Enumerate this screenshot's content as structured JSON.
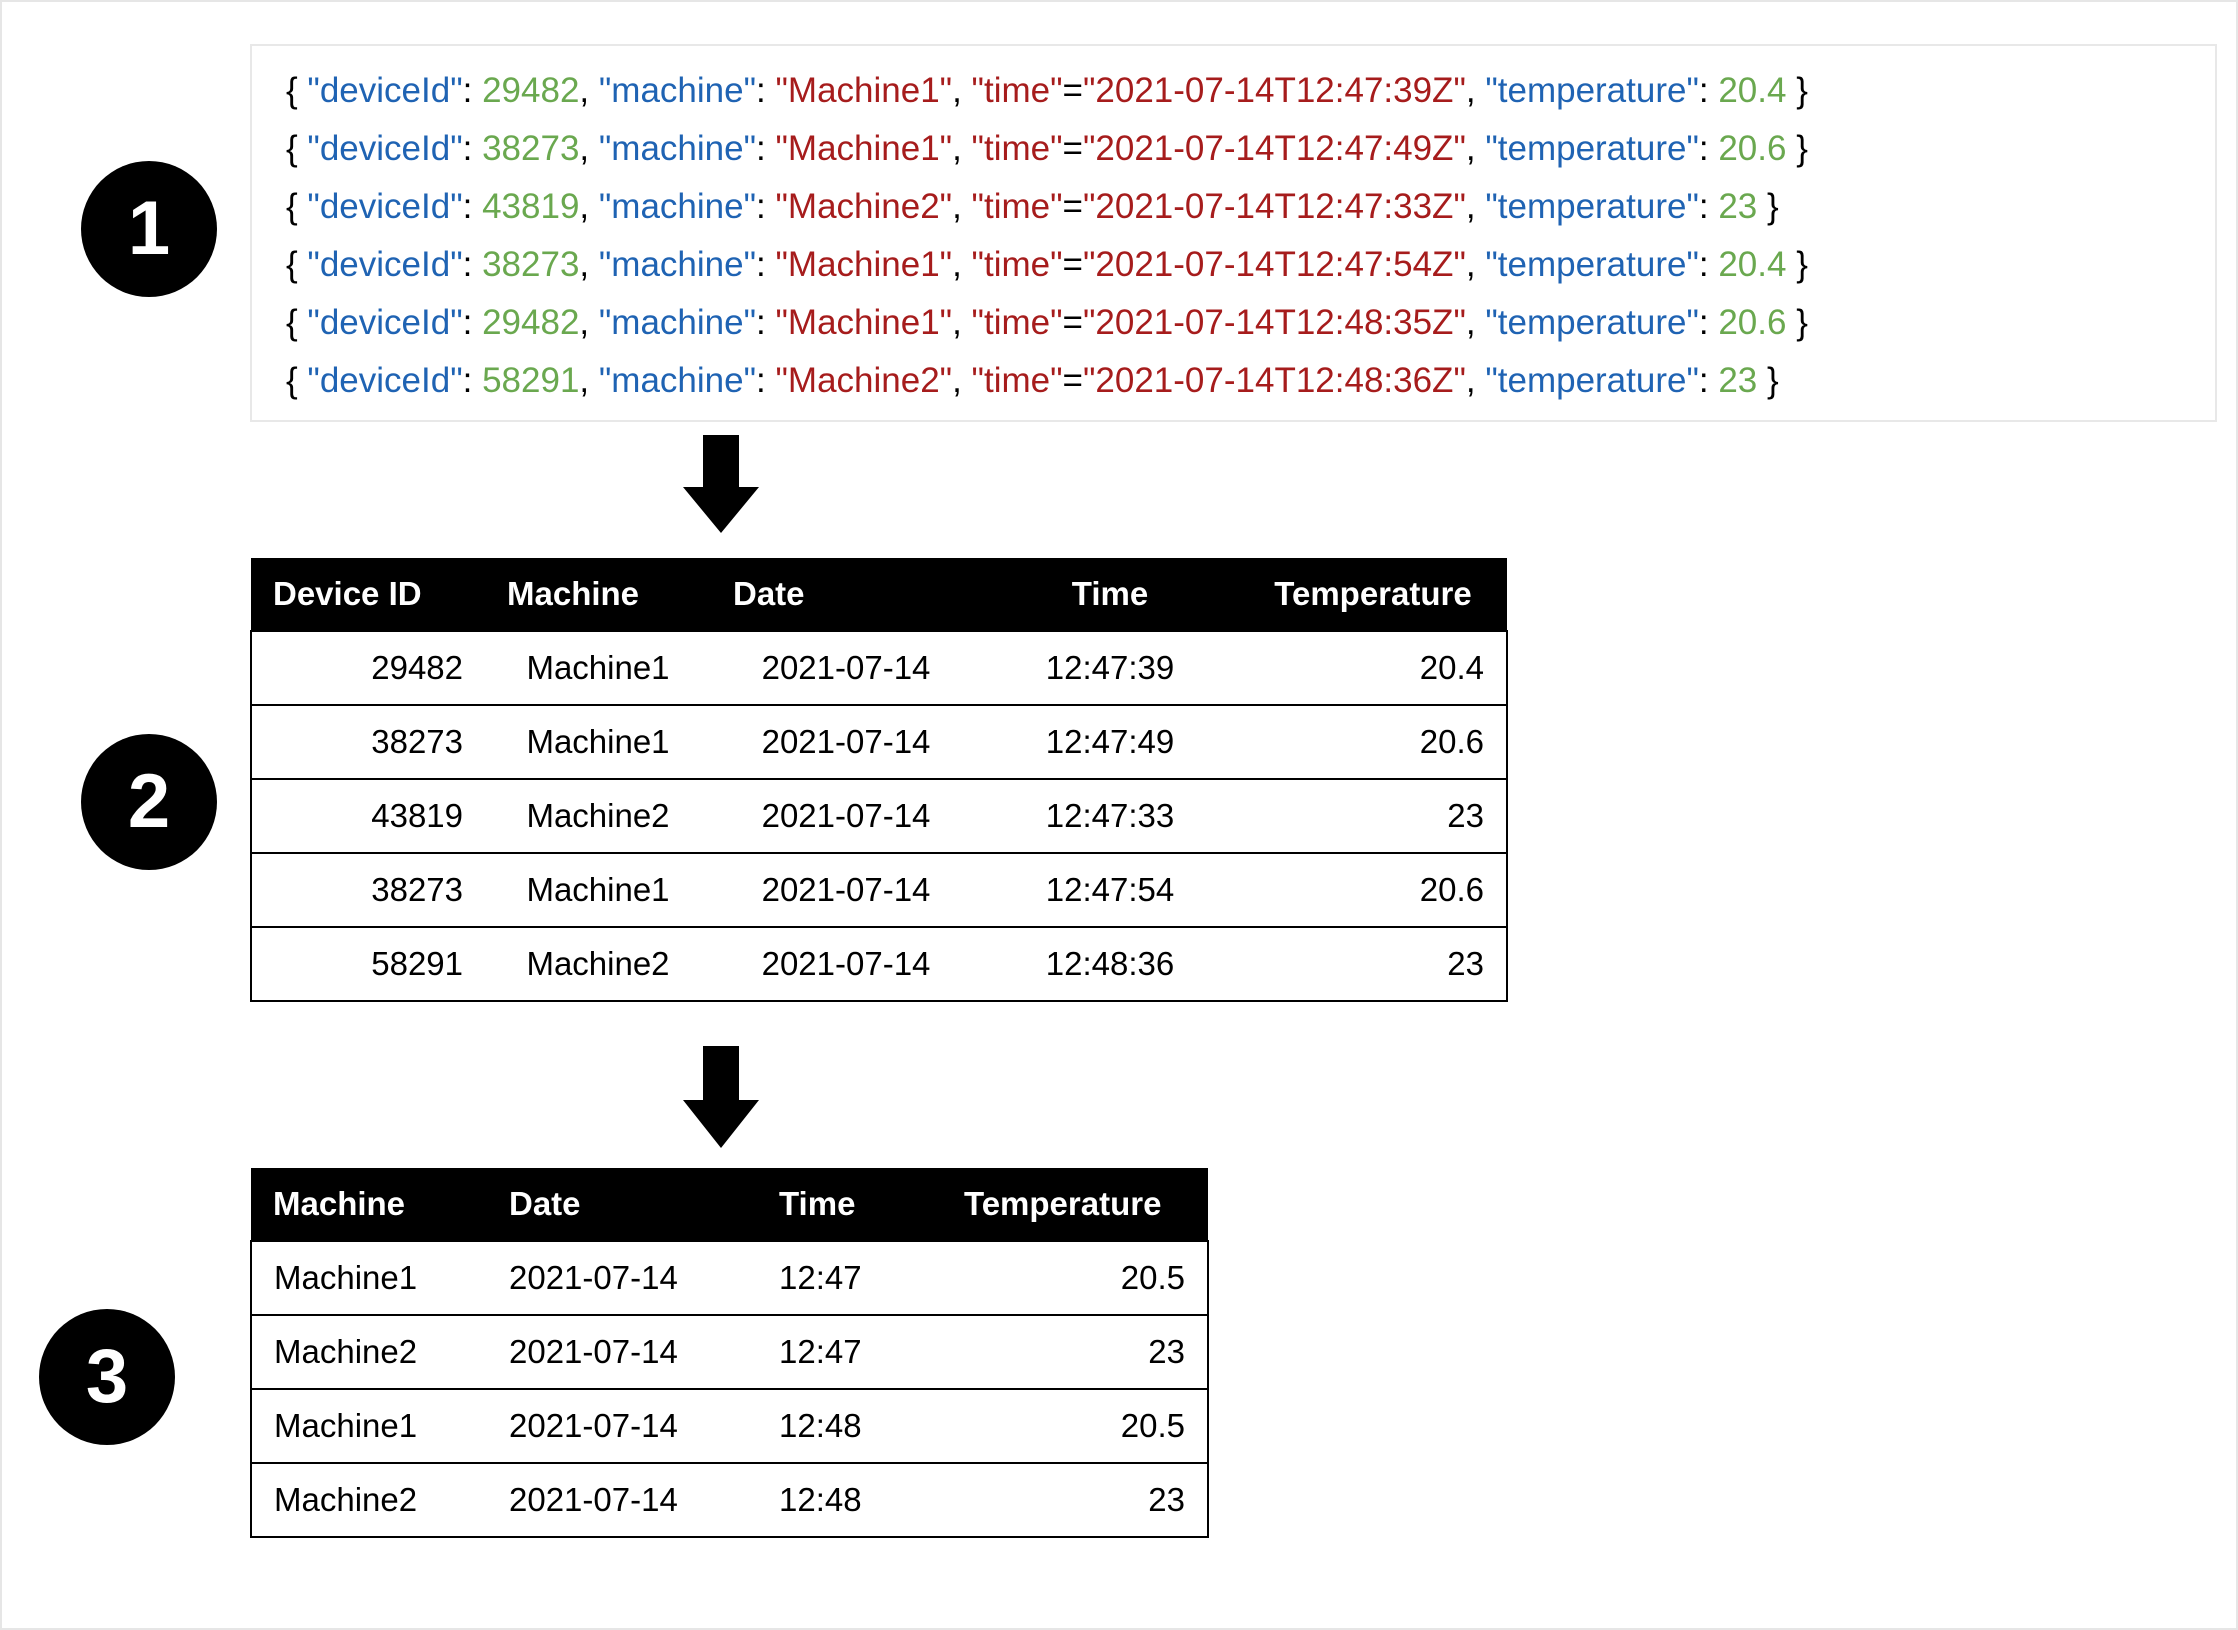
{
  "steps": [
    {
      "number": "1"
    },
    {
      "number": "2"
    },
    {
      "number": "3"
    }
  ],
  "colors": {
    "json_key": "#1f63b3",
    "json_number": "#6aa84f",
    "json_string": "#a61c1c",
    "json_punctuation": "#000000",
    "table_header_bg": "#000000",
    "table_header_text": "#ffffff",
    "badge_bg": "#000000",
    "badge_text": "#ffffff"
  },
  "step1": {
    "records": [
      {
        "open": "{ ",
        "key_device": "\"deviceId\"",
        "colon1": ": ",
        "device_id": "29482",
        "comma1": ", ",
        "key_machine": "\"machine\"",
        "colon2": ": ",
        "machine": "\"Machine1\"",
        "comma2": ", ",
        "key_time": "\"time\"",
        "equals": "=",
        "time": "\"2021-07-14T12:47:39Z\"",
        "comma3": ", ",
        "key_temperature": "\"temperature\"",
        "colon3": ": ",
        "temperature": "20.4",
        "close": " }"
      },
      {
        "open": "{ ",
        "key_device": "\"deviceId\"",
        "colon1": ": ",
        "device_id": "38273",
        "comma1": ", ",
        "key_machine": "\"machine\"",
        "colon2": ": ",
        "machine": "\"Machine1\"",
        "comma2": ", ",
        "key_time": "\"time\"",
        "equals": "=",
        "time": "\"2021-07-14T12:47:49Z\"",
        "comma3": ", ",
        "key_temperature": "\"temperature\"",
        "colon3": ": ",
        "temperature": "20.6",
        "close": " }"
      },
      {
        "open": "{ ",
        "key_device": "\"deviceId\"",
        "colon1": ": ",
        "device_id": "43819",
        "comma1": ", ",
        "key_machine": "\"machine\"",
        "colon2": ": ",
        "machine": "\"Machine2\"",
        "comma2": ", ",
        "key_time": "\"time\"",
        "equals": "=",
        "time": "\"2021-07-14T12:47:33Z\"",
        "comma3": ", ",
        "key_temperature": "\"temperature\"",
        "colon3": ": ",
        "temperature": "23",
        "close": " }"
      },
      {
        "open": "{ ",
        "key_device": "\"deviceId\"",
        "colon1": ": ",
        "device_id": "38273",
        "comma1": ", ",
        "key_machine": "\"machine\"",
        "colon2": ": ",
        "machine": "\"Machine1\"",
        "comma2": ", ",
        "key_time": "\"time\"",
        "equals": "=",
        "time": "\"2021-07-14T12:47:54Z\"",
        "comma3": ", ",
        "key_temperature": "\"temperature\"",
        "colon3": ": ",
        "temperature": "20.4",
        "close": " }"
      },
      {
        "open": "{ ",
        "key_device": "\"deviceId\"",
        "colon1": ": ",
        "device_id": "29482",
        "comma1": ", ",
        "key_machine": "\"machine\"",
        "colon2": ": ",
        "machine": "\"Machine1\"",
        "comma2": ", ",
        "key_time": "\"time\"",
        "equals": "=",
        "time": "\"2021-07-14T12:48:35Z\"",
        "comma3": ", ",
        "key_temperature": "\"temperature\"",
        "colon3": ": ",
        "temperature": "20.6",
        "close": " }"
      },
      {
        "open": "{ ",
        "key_device": "\"deviceId\"",
        "colon1": ": ",
        "device_id": "58291",
        "comma1": ", ",
        "key_machine": "\"machine\"",
        "colon2": ": ",
        "machine": "\"Machine2\"",
        "comma2": ", ",
        "key_time": "\"time\"",
        "equals": "=",
        "time": "\"2021-07-14T12:48:36Z\"",
        "comma3": ", ",
        "key_temperature": "\"temperature\"",
        "colon3": ": ",
        "temperature": "23",
        "close": " }"
      }
    ]
  },
  "step2": {
    "columns": [
      {
        "label": "Device ID",
        "header_align": "ta-left",
        "cell_align": "ta-right"
      },
      {
        "label": "Machine",
        "header_align": "ta-left",
        "cell_align": "ta-center"
      },
      {
        "label": "Date",
        "header_align": "ta-left",
        "cell_align": "ta-center"
      },
      {
        "label": "Time",
        "header_align": "ta-center",
        "cell_align": "ta-center"
      },
      {
        "label": "Temperature",
        "header_align": "ta-center",
        "cell_align": "ta-right"
      }
    ],
    "rows": [
      [
        "29482",
        "Machine1",
        "2021-07-14",
        "12:47:39",
        "20.4"
      ],
      [
        "38273",
        "Machine1",
        "2021-07-14",
        "12:47:49",
        "20.6"
      ],
      [
        "43819",
        "Machine2",
        "2021-07-14",
        "12:47:33",
        "23"
      ],
      [
        "38273",
        "Machine1",
        "2021-07-14",
        "12:47:54",
        "20.6"
      ],
      [
        "58291",
        "Machine2",
        "2021-07-14",
        "12:48:36",
        "23"
      ]
    ]
  },
  "step3": {
    "columns": [
      {
        "label": "Machine",
        "header_align": "ta-left",
        "cell_align": "ta-left"
      },
      {
        "label": "Date",
        "header_align": "ta-left",
        "cell_align": "ta-left"
      },
      {
        "label": "Time",
        "header_align": "ta-left",
        "cell_align": "ta-left"
      },
      {
        "label": "Temperature",
        "header_align": "ta-left",
        "cell_align": "ta-right"
      }
    ],
    "rows": [
      [
        "Machine1",
        "2021-07-14",
        "12:47",
        "20.5"
      ],
      [
        "Machine2",
        "2021-07-14",
        "12:47",
        "23"
      ],
      [
        "Machine1",
        "2021-07-14",
        "12:48",
        "20.5"
      ],
      [
        "Machine2",
        "2021-07-14",
        "12:48",
        "23"
      ]
    ]
  }
}
